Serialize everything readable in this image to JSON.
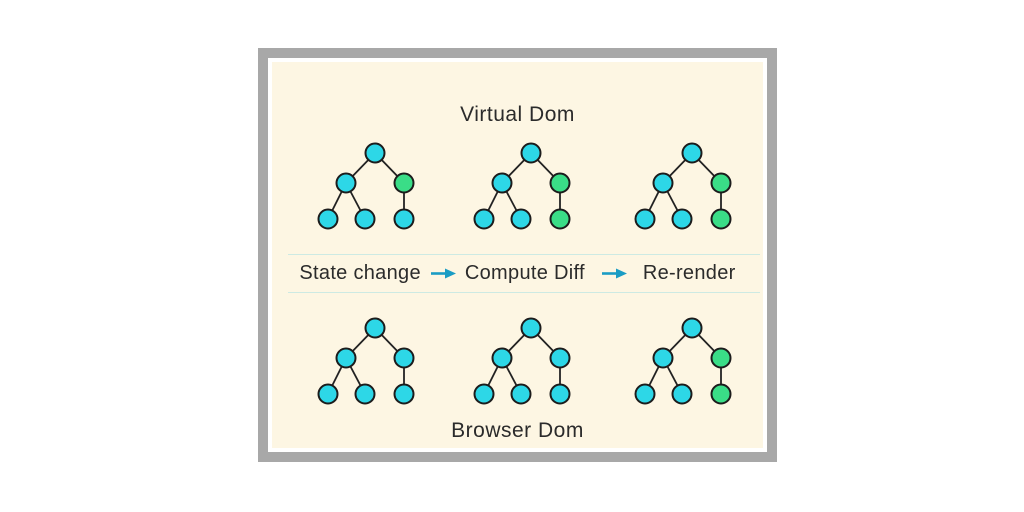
{
  "titles": {
    "top": "Virtual Dom",
    "bottom": "Browser Dom"
  },
  "process": {
    "steps": [
      "State change",
      "Compute Diff",
      "Re-render"
    ],
    "arrow_icon": "right-arrow-icon"
  },
  "trees": {
    "node_order": [
      "root",
      "left-child",
      "right-child",
      "left-leaf-1",
      "left-leaf-2",
      "right-leaf"
    ],
    "top": [
      {
        "name": "virtual-dom-tree-1",
        "nodes": [
          "cyan",
          "cyan",
          "green",
          "cyan",
          "cyan",
          "cyan"
        ]
      },
      {
        "name": "virtual-dom-tree-2",
        "nodes": [
          "cyan",
          "cyan",
          "green",
          "cyan",
          "cyan",
          "green"
        ]
      },
      {
        "name": "virtual-dom-tree-3",
        "nodes": [
          "cyan",
          "cyan",
          "green",
          "cyan",
          "cyan",
          "green"
        ]
      }
    ],
    "bottom": [
      {
        "name": "browser-dom-tree-1",
        "nodes": [
          "cyan",
          "cyan",
          "cyan",
          "cyan",
          "cyan",
          "cyan"
        ]
      },
      {
        "name": "browser-dom-tree-2",
        "nodes": [
          "cyan",
          "cyan",
          "cyan",
          "cyan",
          "cyan",
          "cyan"
        ]
      },
      {
        "name": "browser-dom-tree-3",
        "nodes": [
          "cyan",
          "cyan",
          "green",
          "cyan",
          "cyan",
          "green"
        ]
      }
    ]
  },
  "colors": {
    "node_cyan": "#2dd7e7",
    "node_green": "#3add87",
    "node_outline": "#1c1c1c",
    "edge": "#222222",
    "arrow": "#1a9cc4",
    "frame_border": "#a8a8a8",
    "panel_bg": "#fdf6e3",
    "divider": "#cdeae3",
    "text": "#2b2b2b",
    "page_bg": "#ffffff"
  }
}
